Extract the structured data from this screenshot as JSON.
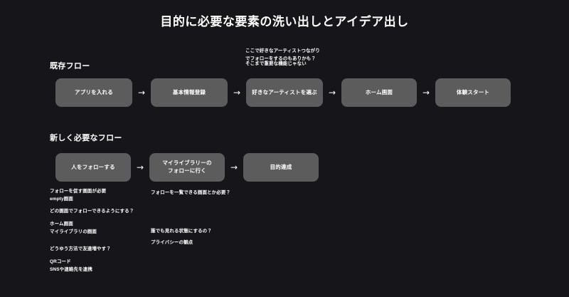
{
  "page": {
    "title": "目的に必要な要素の洗い出しとアイデア出し",
    "background_color": "#16161a",
    "node_color": "#5c5c5c",
    "text_color": "#ffffff"
  },
  "sections": {
    "existing": {
      "heading": "既存フロー",
      "nodes": [
        {
          "label": "アプリを入れる"
        },
        {
          "label": "基本情報登録"
        },
        {
          "label": "好きなアーティストを選ぶ"
        },
        {
          "label": "ホーム画面"
        },
        {
          "label": "体験スタート"
        }
      ],
      "arrow": "→",
      "annotations": [
        {
          "text": "ここで好きなアーティストつながり\nでフォローをするのもありかも？"
        },
        {
          "text": "そこまで重要な機能じゃない"
        }
      ]
    },
    "new": {
      "heading": "新しく必要なフロー",
      "nodes": [
        {
          "label": "人をフォローする"
        },
        {
          "label": "マイライブラリーの\nフォローに行く"
        },
        {
          "label": "目的達成"
        }
      ],
      "arrow": "→"
    }
  },
  "notes": {
    "left": [
      {
        "text": "フォローを促す画面が必要\nempty画面"
      },
      {
        "text": "どの画面でフォローできるようにする？"
      },
      {
        "text": "ホーム画面\nマイライブラリの画面"
      },
      {
        "text": "どうゆう方法で友達増やす？"
      },
      {
        "text": "QRコード\nSNSや連絡先を連携"
      }
    ],
    "right": [
      {
        "text": "フォローを一覧できる画面とか必要？"
      },
      {
        "text": "誰でも見れる状態にするの？"
      },
      {
        "text": "プライバシーの観点"
      }
    ]
  }
}
